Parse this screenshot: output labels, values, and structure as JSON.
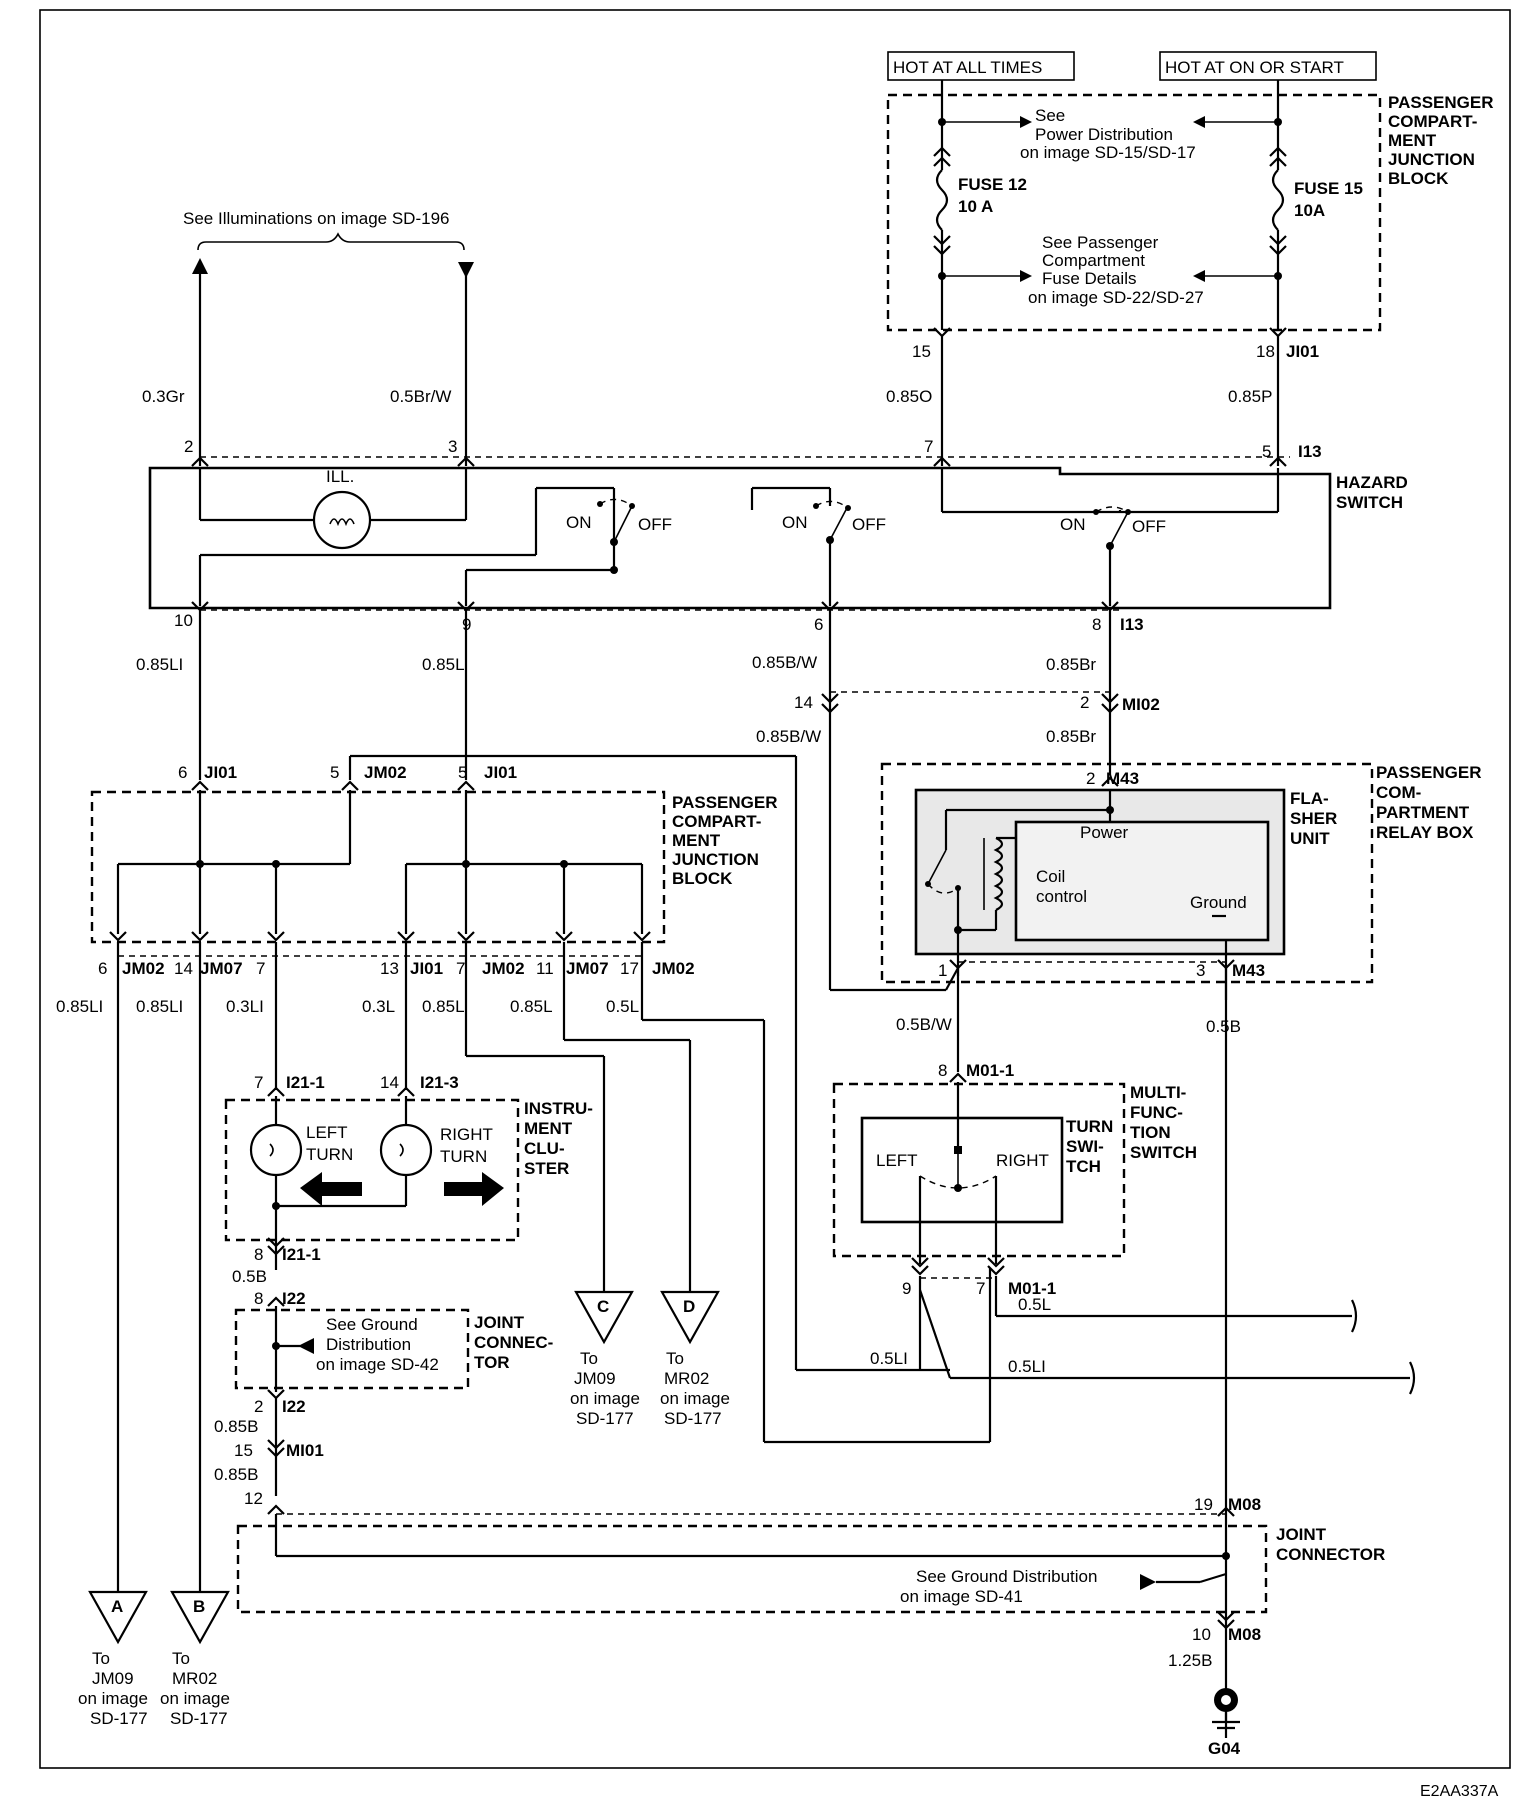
{
  "power": {
    "hot_all": "HOT AT ALL TIMES",
    "hot_on": "HOT AT ON OR START",
    "see_power_1": "See",
    "see_power_2": "Power Distribution",
    "see_power_3": "on image SD-15/SD-17",
    "fuse12_a": "FUSE 12",
    "fuse12_b": "10 A",
    "fuse15_a": "FUSE 15",
    "fuse15_b": "10A",
    "see_fuse_1": "See Passenger",
    "see_fuse_2": "Compartment",
    "see_fuse_3": "Fuse Details",
    "see_fuse_4": "on image SD-22/SD-27",
    "pcjb_top": [
      "PASSENGER",
      "COMPART-",
      "MENT",
      "JUNCTION",
      "BLOCK"
    ]
  },
  "illum": {
    "note": "See Illuminations on image SD-196",
    "wire_left": "0.3Gr",
    "wire_right": "0.5Br/W",
    "ill": "ILL."
  },
  "hazard": {
    "label": [
      "HAZARD",
      "SWITCH"
    ],
    "on": "ON",
    "off": "OFF",
    "conn_top": "I13",
    "conn_bottom": "I13",
    "pins_top": [
      "2",
      "3",
      "7",
      "5"
    ],
    "pins_bottom": [
      "10",
      "9",
      "6",
      "8"
    ]
  },
  "fuse_wires": {
    "pin15": "15",
    "pin18": "18",
    "conn": "JI01",
    "w1": "0.85O",
    "w2": "0.85P"
  },
  "wires": {
    "w10": "0.85LI",
    "w9": "0.85L",
    "w6": "0.85B/W",
    "w8": "0.85Br",
    "w14": "0.85B/W",
    "w2": "0.85Br"
  },
  "mi02": {
    "pin14": "14",
    "pin2": "2",
    "conn": "MI02"
  },
  "pcjb_mid": {
    "label": [
      "PASSENGER",
      "COMPART-",
      "MENT",
      "JUNCTION",
      "BLOCK"
    ],
    "top_pins": [
      {
        "pin": "6",
        "conn": "JI01"
      },
      {
        "pin": "5",
        "conn": "JM02"
      },
      {
        "pin": "5",
        "conn": "JI01"
      }
    ],
    "bottom_pins": [
      {
        "pin": "6",
        "conn": "JM02"
      },
      {
        "pin": "14",
        "conn": "JM07"
      },
      {
        "pin": "7",
        "conn": ""
      },
      {
        "pin": "13",
        "conn": "JI01"
      },
      {
        "pin": "7",
        "conn": "JM02"
      },
      {
        "pin": "11",
        "conn": "JM07"
      },
      {
        "pin": "17",
        "conn": "JM02"
      }
    ],
    "bottom_wires": [
      "0.85LI",
      "0.85LI",
      "0.3LI",
      "0.3L",
      "0.85L",
      "0.85L",
      "0.5L"
    ]
  },
  "flasher": {
    "pin2": "2",
    "conn": "M43",
    "label": [
      "FLA-",
      "SHER",
      "UNIT"
    ],
    "relay_box": [
      "PASSENGER",
      "COM-",
      "PARTMENT",
      "RELAY BOX"
    ],
    "power": "Power",
    "coil": "Coil",
    "control": "control",
    "ground": "Ground",
    "pin1": "1",
    "pin3": "3",
    "conn_bottom": "M43",
    "w_out": "0.5B/W",
    "w_gnd": "0.5B"
  },
  "cluster": {
    "pin7": "7",
    "conn7": "I21-1",
    "pin14": "14",
    "conn14": "I21-3",
    "left": [
      "LEFT",
      "TURN"
    ],
    "right": [
      "RIGHT",
      "TURN"
    ],
    "label": [
      "INSTRU-",
      "MENT",
      "CLU-",
      "STER"
    ],
    "pin8": "8",
    "conn8": "I21-1",
    "w_out": "0.5B"
  },
  "joint_small": {
    "pin8": "8",
    "conn8": "I22",
    "note": [
      "See Ground",
      "Distribution",
      "on image SD-42"
    ],
    "label": [
      "JOINT",
      "CONNEC-",
      "TOR"
    ],
    "pin2": "2",
    "conn2": "I22",
    "w1": "0.85B",
    "pin15": "15",
    "conn15": "MI01",
    "w2": "0.85B",
    "pin12": "12"
  },
  "mfs": {
    "pin8": "8",
    "conn8": "M01-1",
    "label": [
      "MULTI-",
      "FUNC-",
      "TION",
      "SWITCH"
    ],
    "turn": [
      "TURN",
      "SWI-",
      "TCH"
    ],
    "left": "LEFT",
    "right": "RIGHT",
    "pin9": "9",
    "pin7": "7",
    "conn_bottom": "M01-1",
    "w_out_r": "0.5L",
    "w_out_l1": "0.5LI",
    "w_out_l2": "0.5LI"
  },
  "joint_big": {
    "pin19": "19",
    "conn19": "M08",
    "label": [
      "JOINT",
      "CONNECTOR"
    ],
    "note": [
      "See Ground Distribution",
      "on image SD-41"
    ],
    "pin10": "10",
    "conn10": "M08",
    "w": "1.25B",
    "ground": "G04"
  },
  "offpage": [
    {
      "letter": "A",
      "text": [
        "To",
        "JM09",
        "on image",
        "SD-177"
      ]
    },
    {
      "letter": "B",
      "text": [
        "To",
        "MR02",
        "on image",
        "SD-177"
      ]
    },
    {
      "letter": "C",
      "text": [
        "To",
        "JM09",
        "on image",
        "SD-177"
      ]
    },
    {
      "letter": "D",
      "text": [
        "To",
        "MR02",
        "on image",
        "SD-177"
      ]
    }
  ],
  "code": "E2AA337A"
}
